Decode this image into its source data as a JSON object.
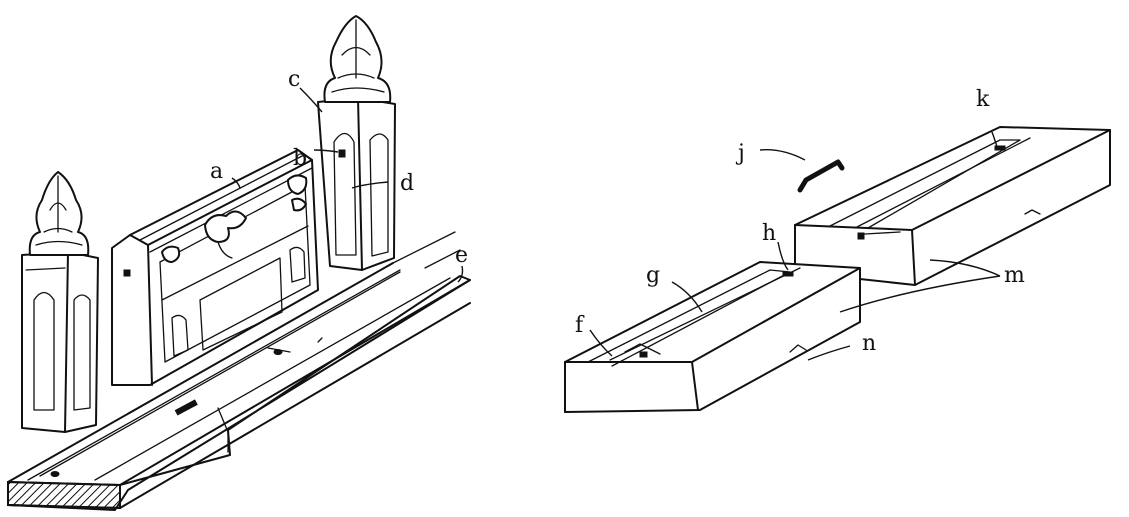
{
  "labels": {
    "a": "a",
    "b": "b",
    "c": "c",
    "d": "d",
    "e": "e",
    "f": "f",
    "g": "g",
    "h": "h",
    "j": "j",
    "k": "k",
    "m": "m",
    "n": "n"
  },
  "colors": {
    "ink": "#111111",
    "paper": "#ffffff",
    "hatch": "#111111"
  }
}
